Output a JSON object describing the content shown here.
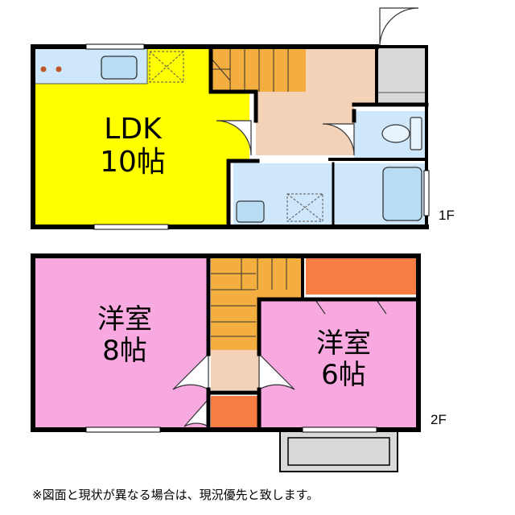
{
  "floor1": {
    "tag": "1F",
    "ldk": {
      "name": "LDK",
      "size": "10帖"
    }
  },
  "floor2": {
    "tag": "2F",
    "west_room": {
      "name": "洋室",
      "size": "8帖"
    },
    "east_room": {
      "name": "洋室",
      "size": "6帖"
    }
  },
  "footnote": "※図面と現状が異なる場合は、現況優先と致します。",
  "colors": {
    "ldk": "#ffff00",
    "bedroom": "#f7a9e0",
    "hall": "#f3d2b8",
    "wet_area": "#cfe7fb",
    "stairs": "#f4ad3f",
    "closet": "#f77d43",
    "porch": "#d9d9d9",
    "wall": "#000000"
  },
  "icons": [
    "sink-icon",
    "stove-icon",
    "fridge-space-icon",
    "toilet-icon",
    "bathtub-icon",
    "washbasin-icon",
    "washer-space-icon",
    "door-swing-icon",
    "stairs-icon"
  ]
}
